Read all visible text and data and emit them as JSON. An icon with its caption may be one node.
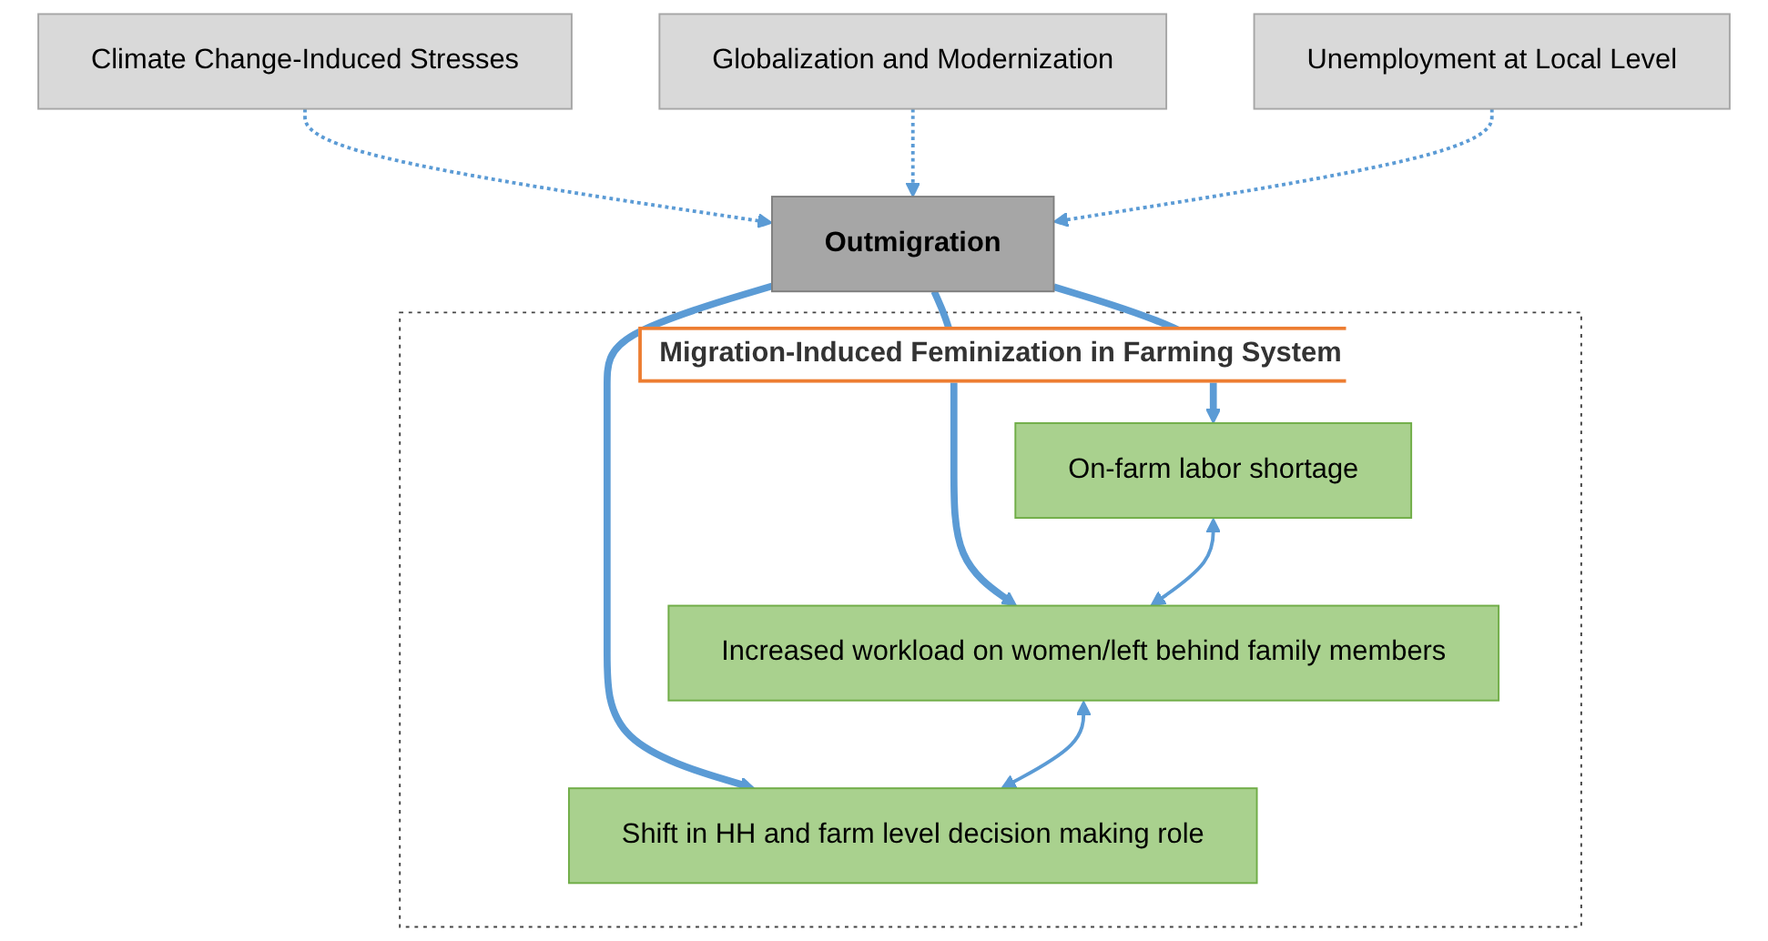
{
  "diagram": {
    "nodes": [
      {
        "text": [
          "Climate Change-Induced Stresses"
        ]
      },
      {
        "text": [
          "Globalization and Modernization"
        ]
      },
      {
        "text": [
          "Unemployment at Local Level"
        ]
      },
      {
        "text": [
          "Outmigration"
        ]
      },
      {
        "text": [
          "Migration-Induced Feminization in Farming System"
        ]
      },
      {
        "text": [
          "On-farm labor shortage"
        ],
        "in": 4
      },
      {
        "text": [
          "Increased workload on women/left behind family members"
        ],
        "in": 4
      },
      {
        "text": [
          "Shift in HH and farm level decision making role"
        ],
        "in": 4
      }
    ],
    "edges": [
      {
        "from": 0,
        "to": 3,
        "arrow": "to",
        "style": "dashed"
      },
      {
        "from": 1,
        "to": 3,
        "arrow": "to",
        "style": "dashed"
      },
      {
        "from": 2,
        "to": 3,
        "arrow": "to",
        "style": "dashed"
      },
      {
        "from": 3,
        "to": 5,
        "arrow": "to",
        "style": "thick"
      },
      {
        "from": 3,
        "to": 6,
        "arrow": "to",
        "style": "thick"
      },
      {
        "from": 3,
        "to": 7,
        "arrow": "to",
        "style": "thick"
      },
      {
        "from": 5,
        "to": 6,
        "arrow": "both"
      },
      {
        "from": 6,
        "to": 7,
        "arrow": "both"
      }
    ]
  }
}
